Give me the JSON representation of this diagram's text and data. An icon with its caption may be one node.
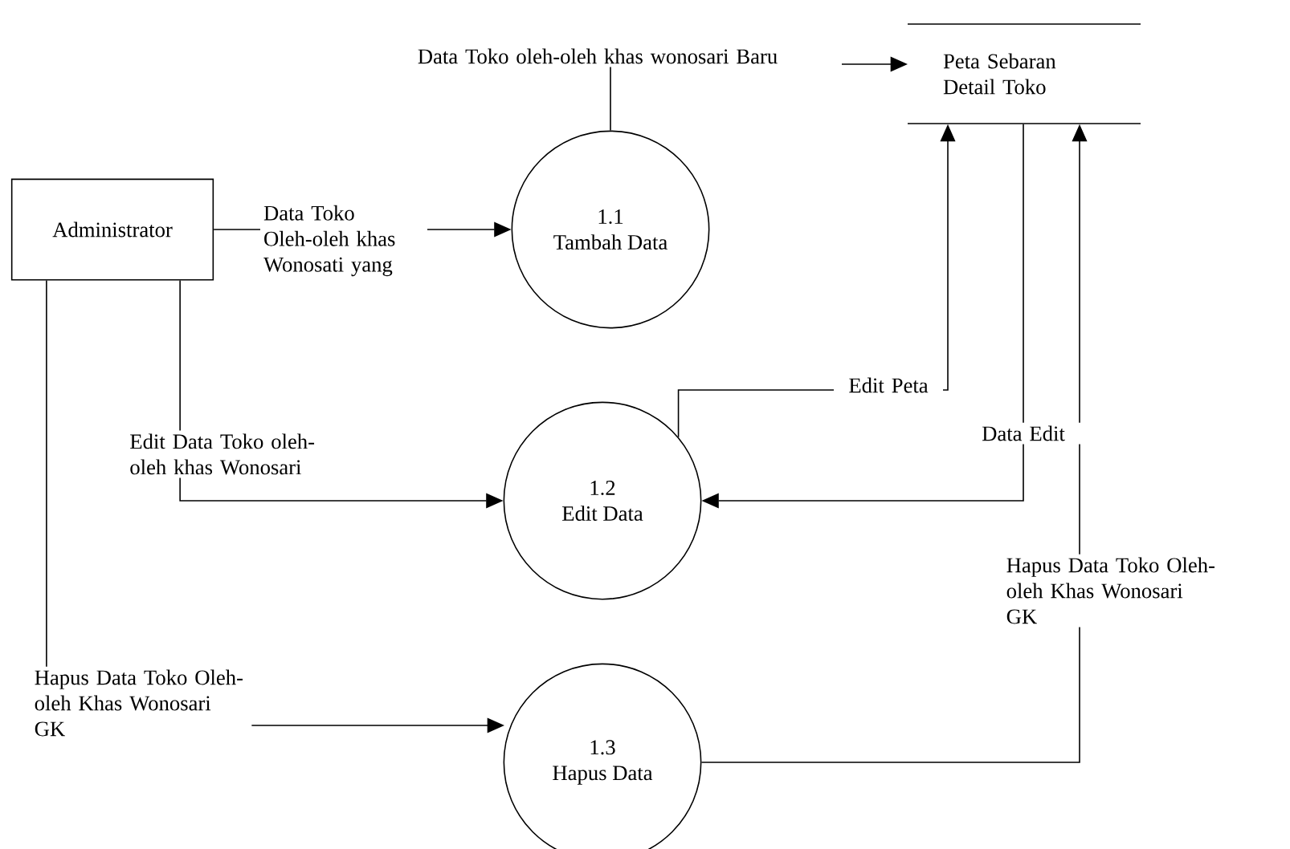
{
  "diagram": {
    "nodes": [
      {
        "text": [
          "Administrator"
        ]
      },
      {
        "text": [
          "1.1",
          "Tambah Data"
        ]
      },
      {
        "text": [
          "1.2",
          "Edit Data"
        ]
      },
      {
        "text": [
          "1.3",
          "Hapus Data"
        ]
      },
      {
        "text": [
          "Peta Sebaran Detail Toko"
        ]
      }
    ],
    "edges": [
      {
        "from": 0,
        "to": 1,
        "arrow": "to",
        "label": "Data Toko Oleh-oleh khas Wonosati yang"
      },
      {
        "from": 0,
        "to": 2,
        "arrow": "to",
        "label": "Edit Data Toko oleh-oleh khas Wonosari"
      },
      {
        "from": 0,
        "to": 3,
        "arrow": "to",
        "label": "Hapus Data Toko Oleh-oleh Khas Wonosari GK"
      },
      {
        "from": 1,
        "to": 4,
        "arrow": "to",
        "label": "Data Toko oleh-oleh khas wonosari Baru"
      },
      {
        "from": 2,
        "to": 4,
        "arrow": "to",
        "label": "Edit Peta"
      },
      {
        "from": 4,
        "to": 2,
        "arrow": "to",
        "label": "Data Edit"
      },
      {
        "from": 3,
        "to": 4,
        "arrow": "to",
        "label": "Hapus Data Toko Oleh-oleh Khas Wonosari GK"
      }
    ]
  }
}
